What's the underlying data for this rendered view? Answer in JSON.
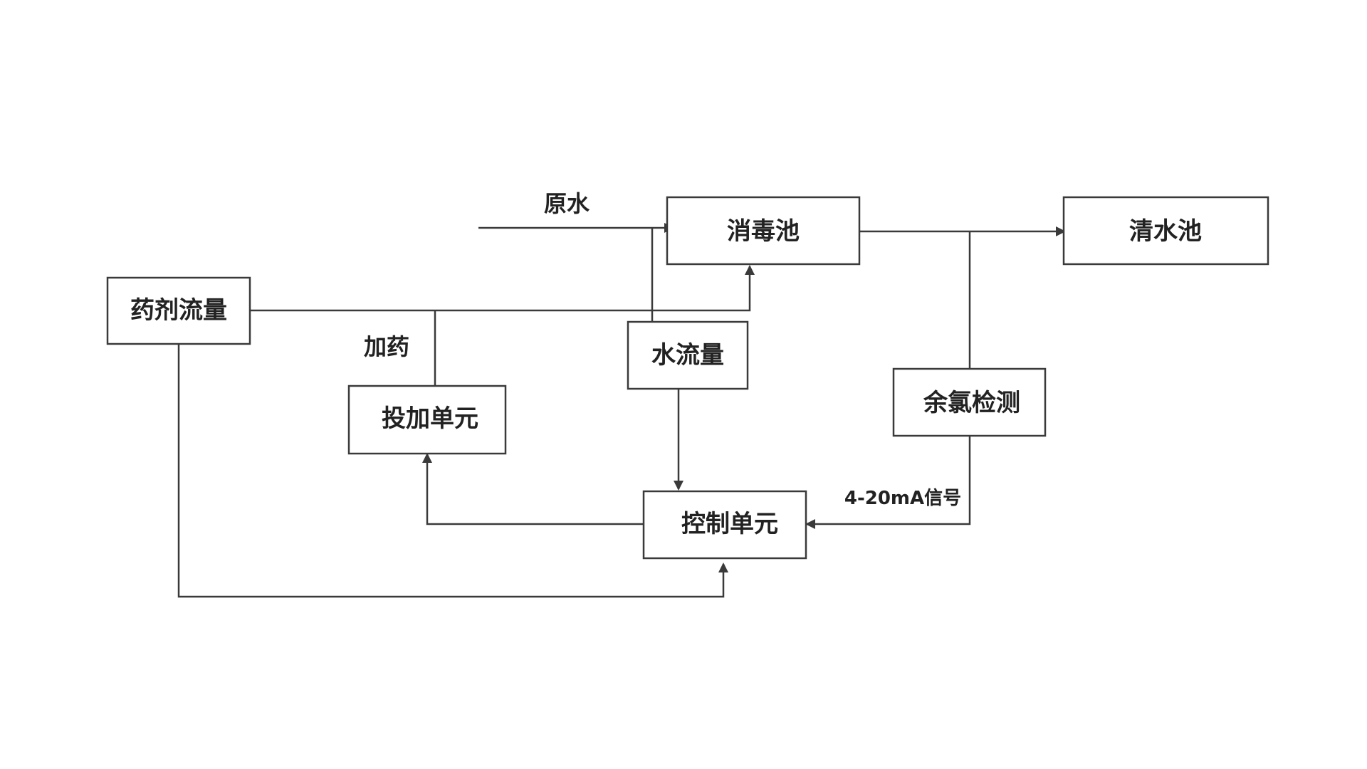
{
  "nodes": {
    "disinfection_pool": "消毒池",
    "clear_water_pool": "清水池",
    "chemical_flow": "药剂流量",
    "dosing_unit": "投加单元",
    "water_flow": "水流量",
    "residual_chlorine_detection": "余氯检测",
    "control_unit": "控制单元"
  },
  "labels": {
    "raw_water": "原水",
    "dosing": "加药",
    "signal": "4-20mA信号"
  },
  "colors": {
    "line": "#3a3a3a",
    "text": "#222222",
    "background": "#ffffff"
  }
}
